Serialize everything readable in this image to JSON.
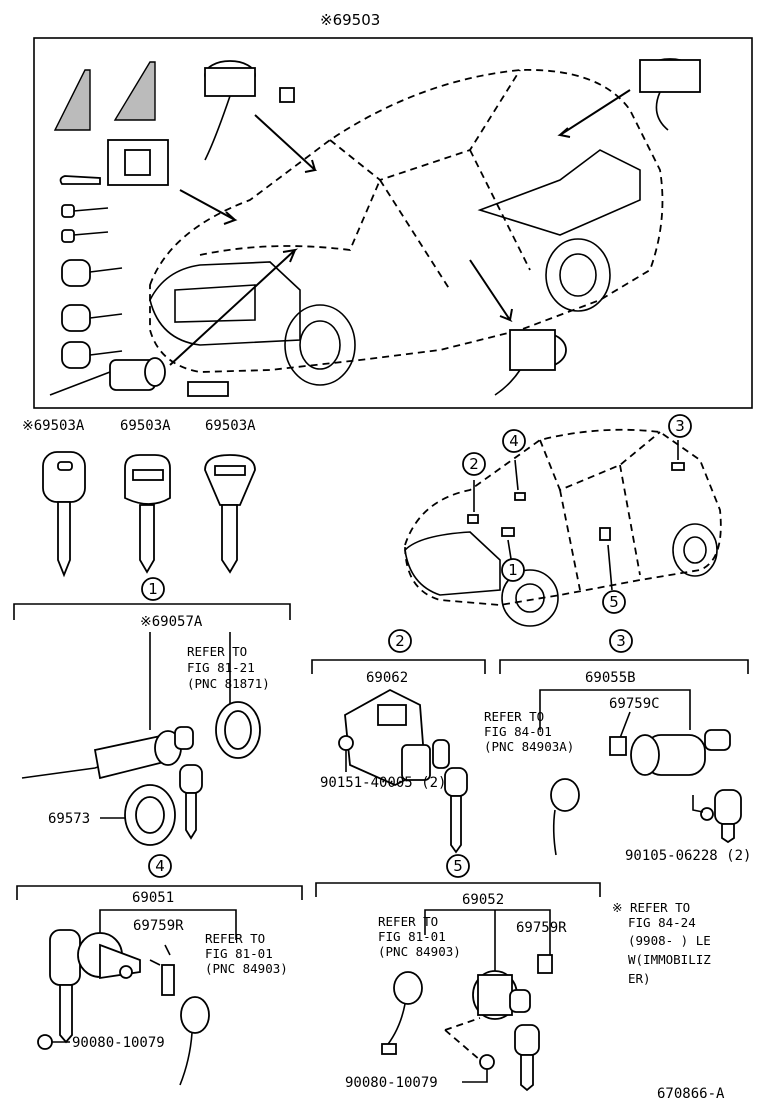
{
  "top": {
    "title": "※69503"
  },
  "keys": {
    "k1": "※69503A",
    "k2": "69503A",
    "k3": "69503A"
  },
  "sections": {
    "s1": {
      "num": "1",
      "part": "※69057A",
      "ref1": "REFER TO",
      "ref2": "FIG 81-21",
      "ref3": "(PNC 81871)",
      "p2": "69573"
    },
    "s2": {
      "num": "2",
      "part": "69062",
      "bolt": "90151-40005 (2)"
    },
    "s3": {
      "num": "3",
      "part": "69055B",
      "ref1": "REFER TO",
      "ref2": "FIG 84-01",
      "ref3": "(PNC 84903A)",
      "p2": "69759C",
      "bolt": "90105-06228 (2)"
    },
    "s4": {
      "num": "4",
      "part": "69051",
      "p2": "69759R",
      "ref1": "REFER TO",
      "ref2": "FIG 81-01",
      "ref3": "(PNC 84903)",
      "bolt": "90080-10079"
    },
    "s5": {
      "num": "5",
      "part": "69052",
      "ref1": "REFER TO",
      "ref2": "FIG 81-01",
      "ref3": "(PNC 84903)",
      "p2": "69759R",
      "bolt": "90080-10079"
    }
  },
  "callouts": {
    "c1": "1",
    "c2": "2",
    "c3": "3",
    "c4": "4",
    "c5": "5"
  },
  "note": {
    "l1": "※ REFER TO",
    "l2": "FIG 84-24",
    "l3": "(9908-      ) LE",
    "l4": "W(IMMOBILIZ",
    "l5": "ER)"
  },
  "footer": {
    "code": "670866-A"
  }
}
